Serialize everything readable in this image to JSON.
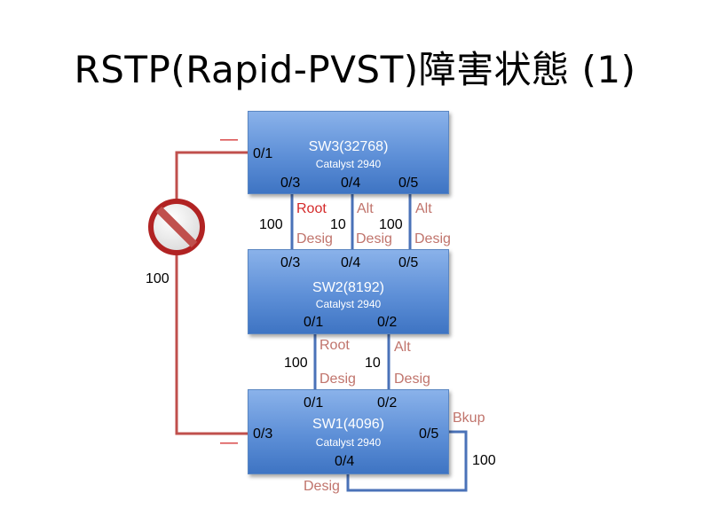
{
  "title": "RSTP(Rapid-PVST)障害状態 (1)",
  "colors": {
    "link_blue": "#4a72b8",
    "link_red": "#c0504d",
    "port_state": "#c0746c",
    "root_red": "#d42a2a"
  },
  "switches": {
    "sw3": {
      "name": "SW3(32768)",
      "model": "Catalyst 2940",
      "ports": {
        "p1": "0/1",
        "p3": "0/3",
        "p4": "0/4",
        "p5": "0/5"
      }
    },
    "sw2": {
      "name": "SW2(8192)",
      "model": "Catalyst 2940",
      "ports": {
        "p3": "0/3",
        "p4": "0/4",
        "p5": "0/5",
        "p1": "0/1",
        "p2": "0/2"
      }
    },
    "sw1": {
      "name": "SW1(4096)",
      "model": "Catalyst 2940",
      "ports": {
        "p1": "0/1",
        "p2": "0/2",
        "p3": "0/3",
        "p4": "0/4",
        "p5": "0/5"
      }
    }
  },
  "links": {
    "sw3_sw2_a": {
      "cost": "100",
      "upper_state": "Root",
      "lower_state": "Desig"
    },
    "sw3_sw2_b": {
      "cost": "10",
      "upper_state": "Alt",
      "lower_state": "Desig"
    },
    "sw3_sw2_c": {
      "cost": "100",
      "upper_state": "Alt",
      "lower_state": "Desig"
    },
    "sw2_sw1_a": {
      "cost": "100",
      "upper_state": "Root",
      "lower_state": "Desig"
    },
    "sw2_sw1_b": {
      "cost": "10",
      "upper_state": "Alt",
      "lower_state": "Desig"
    },
    "sw1_loop": {
      "cost": "100",
      "state_p5": "Bkup",
      "state_p4": "Desig"
    },
    "sw3_sw1_failed": {
      "cost": "100",
      "end_mark_top": "—",
      "end_mark_bottom": "—",
      "icon": "blocked-icon"
    }
  }
}
